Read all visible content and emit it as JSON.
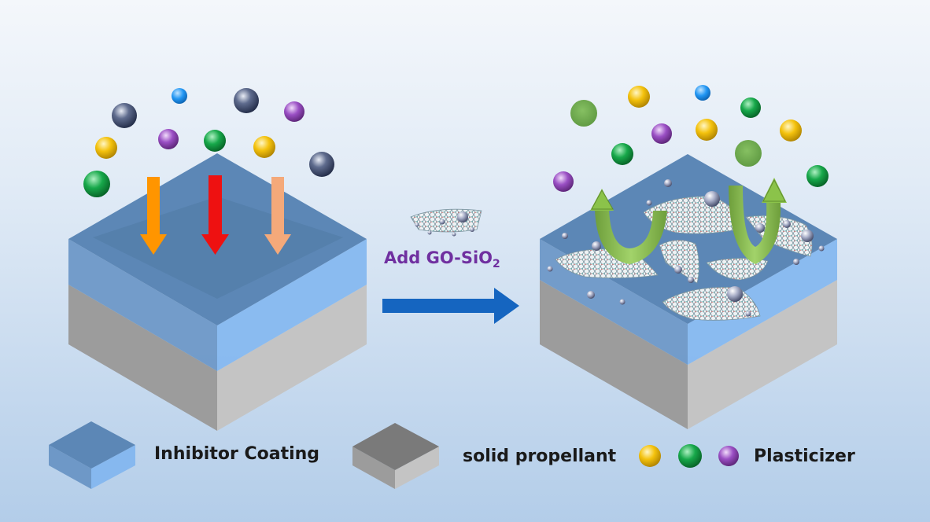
{
  "colors": {
    "background_top": "#f4f7fb",
    "background_bottom": "#b3cde9",
    "coating_blue": "#5b87b8",
    "coating_light": "#84b6ee",
    "propellant_grey": "#a8a8a8",
    "process_arrow": "#1565c0",
    "label_purple": "#7030a0",
    "text_dark": "#1a1a1a",
    "arrow_orange": "#ff9500",
    "arrow_red": "#ee1111",
    "arrow_peach": "#f4a97a",
    "arrow_green": "#8bc34a",
    "molecule_yellow": "#f4c20d",
    "molecule_green": "#17a84a",
    "molecule_purple": "#9a4fc4",
    "molecule_navy": "#2e3a5c",
    "molecule_blue": "#2196f3",
    "molecule_olive": "#6aa84f"
  },
  "process": {
    "label_main": "Add GO-SiO",
    "label_subscript": "2"
  },
  "legend": {
    "coating_label": "Inhibitor Coating",
    "propellant_label": "solid propellant",
    "plasticizer_label": "Plasticizer"
  },
  "icons": [
    "migration-arrow-icon",
    "process-arrow-icon",
    "go-sio2-sheet-icon",
    "barrier-arrow-icon",
    "molecule-icon"
  ]
}
